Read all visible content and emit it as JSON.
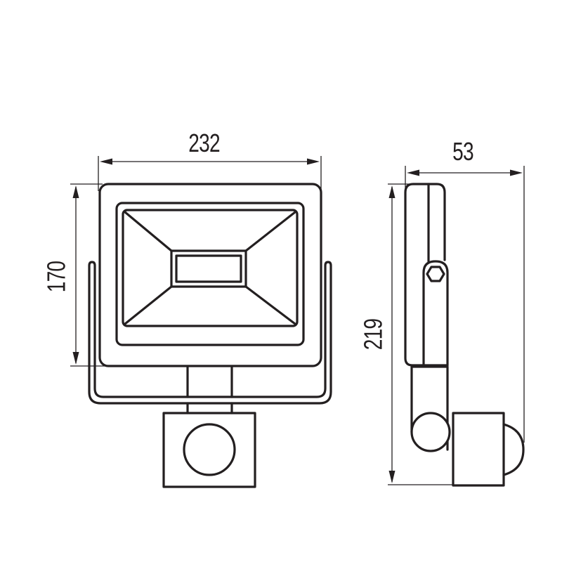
{
  "drawing": {
    "title": "LED floodlight with motion sensor – dimension drawing",
    "units": "mm",
    "line_color": "#231f20",
    "background": "#ffffff"
  },
  "dimensions": {
    "front_width": "232",
    "front_height": "170",
    "side_depth": "53",
    "side_height": "219"
  },
  "views": [
    {
      "name": "front-view",
      "components": [
        "housing",
        "reflector",
        "led-module",
        "u-bracket",
        "pivot-block",
        "pir-sensor-box",
        "pir-lens"
      ]
    },
    {
      "name": "side-view",
      "components": [
        "housing-profile",
        "bracket-arm",
        "hex-bolt",
        "sensor-arm",
        "sensor-pivot",
        "pir-sensor-box",
        "pir-dome"
      ]
    }
  ]
}
